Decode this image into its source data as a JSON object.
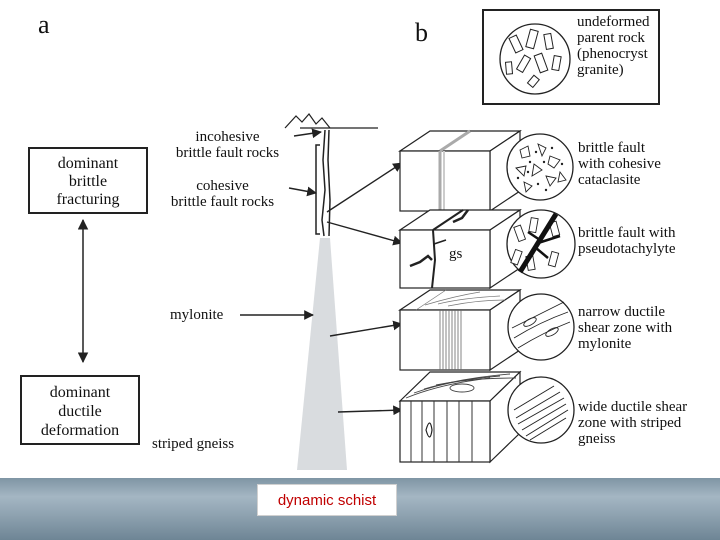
{
  "panels": {
    "a": "a",
    "b": "b"
  },
  "left_boxes": {
    "brittle": [
      "dominant",
      "brittle",
      "fracturing"
    ],
    "ductile": [
      "dominant",
      "ductile",
      "deformation"
    ]
  },
  "depth_labels": {
    "incohesive": [
      "incohesive",
      "brittle fault rocks"
    ],
    "cohesive": [
      "cohesive",
      "brittle fault rocks"
    ],
    "mylonite": "mylonite",
    "gneiss": "striped gneiss"
  },
  "block_labels": {
    "gs": "gs"
  },
  "right_labels": {
    "undeformed": [
      "undeformed",
      "parent rock",
      "(phenocryst",
      "granite)"
    ],
    "cataclasite": [
      "brittle fault",
      "with cohesive",
      "cataclasite"
    ],
    "pseudotachylyte": [
      "brittle fault with",
      "pseudotachylyte"
    ],
    "mylonite": [
      "narrow ductile",
      "shear zone with",
      "mylonite"
    ],
    "gneiss": [
      "wide ductile shear",
      "zone with striped",
      "gneiss"
    ]
  },
  "caption": "dynamic schist"
}
